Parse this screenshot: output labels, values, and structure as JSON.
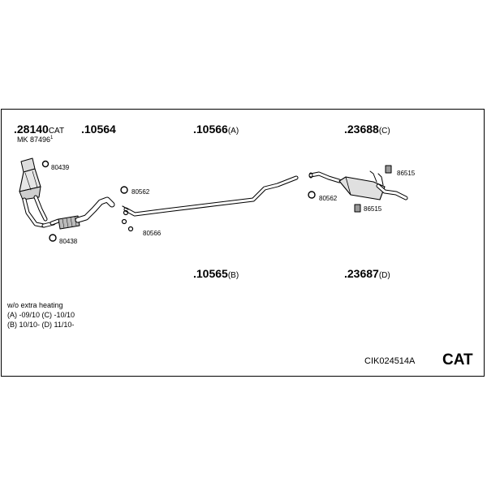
{
  "frame": {
    "labels": {
      "p28140": {
        "num": ".28140",
        "sfx": "CAT"
      },
      "p87496": "MK 87496",
      "p87496_mark": "1",
      "p10564": ".10564",
      "p10566": {
        "num": ".10566",
        "sfx": "(A)"
      },
      "p23688": {
        "num": ".23688",
        "sfx": "(C)"
      },
      "p10565": {
        "num": ".10565",
        "sfx": "(B)"
      },
      "p23687": {
        "num": ".23687",
        "sfx": "(D)"
      },
      "c80439": "80439",
      "c80438": "80438",
      "c80562a": "80562",
      "c80566": "80566",
      "c80562b": "80562",
      "c86515a": "86515",
      "c86515b": "86515"
    },
    "notes": [
      "w/o extra heating",
      "(A) -09/10 (C) -10/10",
      "(B) 10/10- (D) 11/10-"
    ],
    "code": "CIK024514A",
    "type": "CAT"
  }
}
